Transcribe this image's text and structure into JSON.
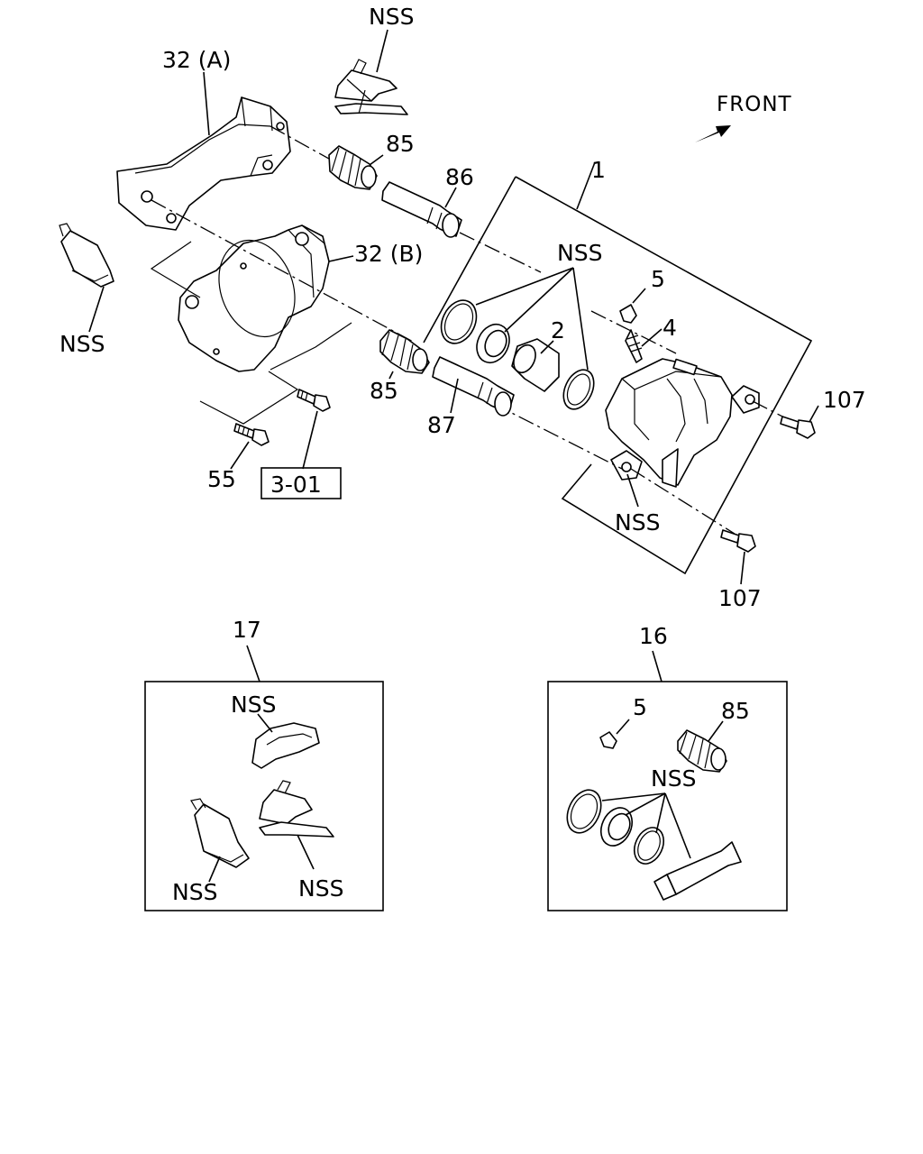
{
  "diagram": {
    "front_label": "FRONT",
    "callouts": {
      "nss_top": "NSS",
      "support_a": "32 (A)",
      "boot_85_upper": "85",
      "pin_86": "86",
      "caliper_assy": "1",
      "support_b": "32 (B)",
      "nss_left": "NSS",
      "nss_seals": "NSS",
      "cap_5": "5",
      "bleeder_4": "4",
      "piston_2": "2",
      "boot_85_lower": "85",
      "pin_87": "87",
      "bolt_107_upper": "107",
      "nss_caliper": "NSS",
      "bolt_107_lower": "107",
      "bolt_55": "55",
      "ref_3_01": "3-01"
    },
    "kit_17": {
      "number": "17",
      "labels": [
        "NSS",
        "NSS",
        "NSS"
      ]
    },
    "kit_16": {
      "number": "16",
      "cap": "5",
      "boot": "85",
      "seals": "NSS"
    }
  },
  "colors": {
    "ink": "#000000",
    "background": "#ffffff"
  }
}
